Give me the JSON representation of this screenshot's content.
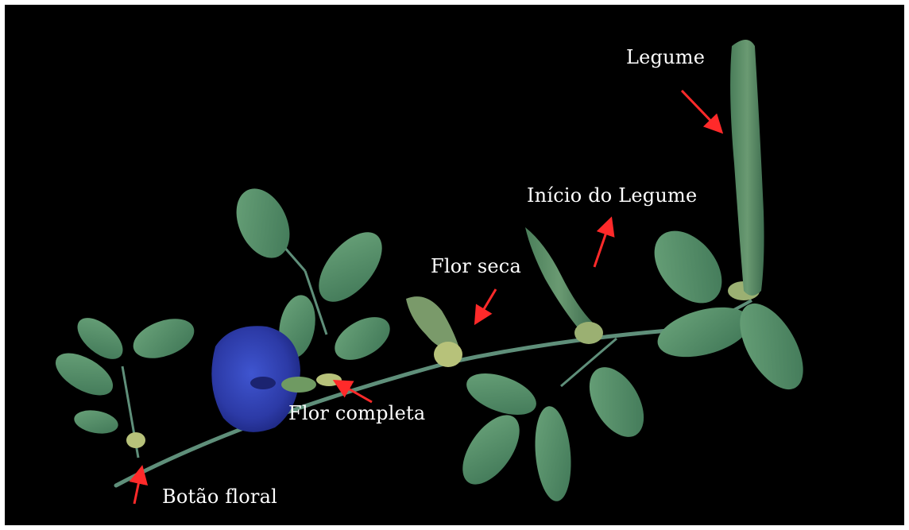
{
  "labels": {
    "legume": "Legume",
    "inicio_do_legume": "Início do Legume",
    "flor_seca": "Flor seca",
    "flor_completa": "Flor completa",
    "botao_floral": "Botão floral"
  },
  "colors": {
    "background": "#000000",
    "border": "#ffffff",
    "label_text": "#ffffff",
    "arrow": "#ff2a2a",
    "leaf": "#4e8a64",
    "leaf_light": "#6aa37a",
    "stem": "#5f8f7a",
    "flower": "#2f3fb0",
    "bud": "#b7c27a"
  }
}
